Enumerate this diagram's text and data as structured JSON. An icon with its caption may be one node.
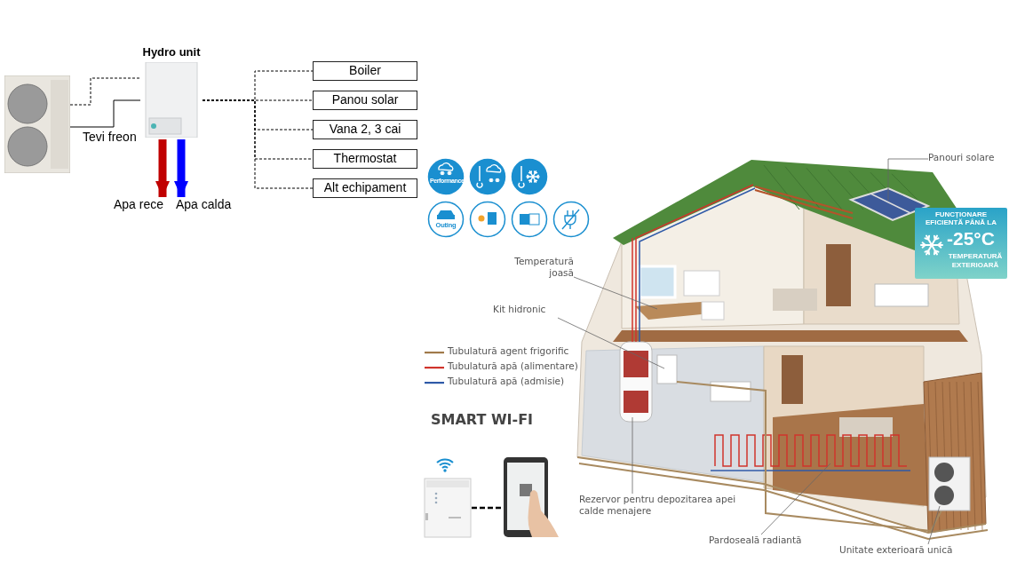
{
  "diagram": {
    "nodes": [
      {
        "text": [],
        "shape": "picture"
      },
      {
        "text": [
          "Hydro unit"
        ]
      },
      {
        "text": [
          "Boiler"
        ]
      },
      {
        "text": [
          "Panou solar"
        ]
      },
      {
        "text": [
          "Vana 2, 3 cai"
        ]
      },
      {
        "text": [
          "Thermostat"
        ]
      },
      {
        "text": [
          "Alt echipament"
        ]
      },
      {
        "text": [
          "Apa rece"
        ]
      },
      {
        "text": [
          "Apa calda"
        ]
      },
      {
        "text": [
          "Panouri solare"
        ]
      },
      {
        "text": [
          "FUNCȚIONARE EFICIENTĂ PÂNĂ LA",
          "-25°C",
          "TEMPERATURĂ EXTERIOARĂ"
        ]
      },
      {
        "text": [
          "Temperatură joasă"
        ]
      },
      {
        "text": [
          "Kit hidronic"
        ]
      },
      {
        "text": [
          "Rezervor pentru depozitarea apei calde menajere"
        ]
      },
      {
        "text": [
          "Pardoseală radiantă"
        ]
      },
      {
        "text": [
          "Unitate exterioară unică"
        ]
      },
      {
        "text": [],
        "shape": "picture"
      },
      {
        "text": [],
        "shape": "picture"
      }
    ],
    "edges": [
      {
        "from": 0,
        "to": 1,
        "arrow": "none",
        "style": "dashed"
      },
      {
        "from": 0,
        "to": 1,
        "arrow": "none",
        "label": "Tevi freon"
      },
      {
        "from": 1,
        "to": 2,
        "arrow": "none",
        "style": "dashed"
      },
      {
        "from": 1,
        "to": 3,
        "arrow": "none",
        "style": "dashed"
      },
      {
        "from": 1,
        "to": 4,
        "arrow": "none",
        "style": "dashed"
      },
      {
        "from": 1,
        "to": 5,
        "arrow": "none",
        "style": "dashed"
      },
      {
        "from": 1,
        "to": 6,
        "arrow": "none",
        "style": "dashed"
      },
      {
        "from": 1,
        "to": 7,
        "arrow": "to",
        "style": "thick",
        "color": "#c00000"
      },
      {
        "from": 1,
        "to": 8,
        "arrow": "to",
        "style": "thick",
        "color": "#0000ff"
      },
      {
        "from": 9,
        "to": null,
        "arrow": "none",
        "color": "#666666"
      },
      {
        "from": 11,
        "to": null,
        "arrow": "none",
        "color": "#666666"
      },
      {
        "from": 12,
        "to": null,
        "arrow": "none",
        "color": "#666666"
      },
      {
        "from": 13,
        "to": null,
        "arrow": "none",
        "color": "#666666"
      },
      {
        "from": 14,
        "to": null,
        "arrow": "none",
        "color": "#666666"
      },
      {
        "from": 15,
        "to": null,
        "arrow": "none",
        "color": "#666666"
      },
      {
        "from": 16,
        "to": 17,
        "arrow": "none",
        "style": "dashed"
      }
    ],
    "labels": [
      "Performance",
      "Outing",
      "SMART WI-FI"
    ],
    "legend": [
      {
        "text": "Tubulatură agent frigorific"
      },
      {
        "text": "Tubulatură apă (alimentare)"
      },
      {
        "text": "Tubulatură apă (admisie)"
      }
    ]
  }
}
